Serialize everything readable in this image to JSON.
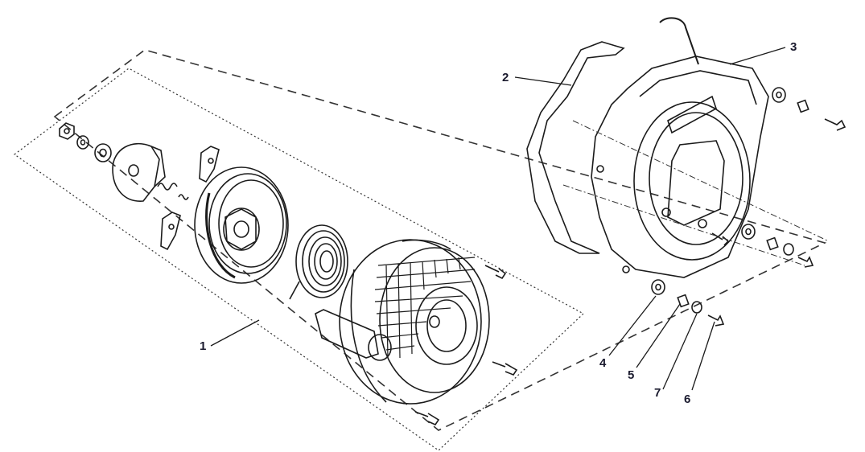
{
  "diagram": {
    "kind": "exploded-parts-view",
    "ink_color": "#1b1b1b",
    "label_color": "#1a1a2e",
    "callouts": [
      {
        "id": "1",
        "label": "1"
      },
      {
        "id": "2",
        "label": "2"
      },
      {
        "id": "3",
        "label": "3"
      },
      {
        "id": "4",
        "label": "4"
      },
      {
        "id": "5",
        "label": "5"
      },
      {
        "id": "6",
        "label": "6"
      },
      {
        "id": "7",
        "label": "7"
      }
    ]
  }
}
